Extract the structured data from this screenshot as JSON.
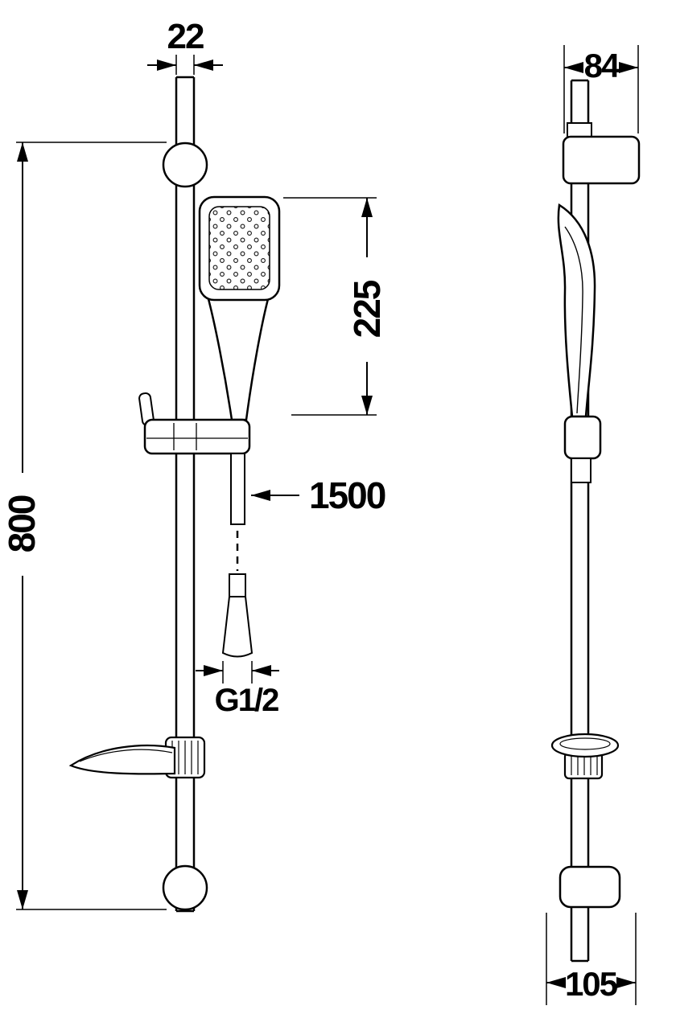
{
  "dims": {
    "front": {
      "rail_width": "22",
      "rail_height": "800",
      "hand_shower_length": "225",
      "hose_length": "1500",
      "hose_thread": "G1/2"
    },
    "side": {
      "wall_bracket_width": "84",
      "wall_bracket_depth": "105"
    }
  },
  "style": {
    "line_color": "#000000",
    "background": "#ffffff"
  }
}
